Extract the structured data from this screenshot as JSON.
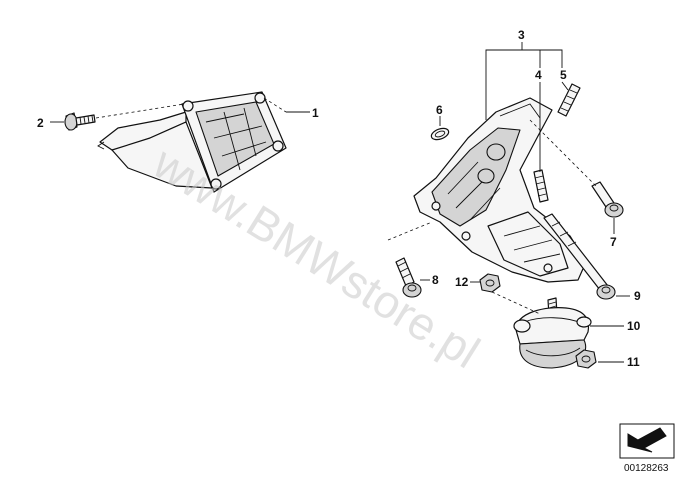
{
  "diagram": {
    "callouts": {
      "c1": "1",
      "c2": "2",
      "c3": "3",
      "c4": "4",
      "c5": "5",
      "c6": "6",
      "c7": "7",
      "c8": "8",
      "c9": "9",
      "c10": "10",
      "c11": "11",
      "c12": "12"
    },
    "watermark": "www.BMWstore.pl",
    "reference_number": "00128263",
    "icon": "direction-arrow-icon"
  }
}
